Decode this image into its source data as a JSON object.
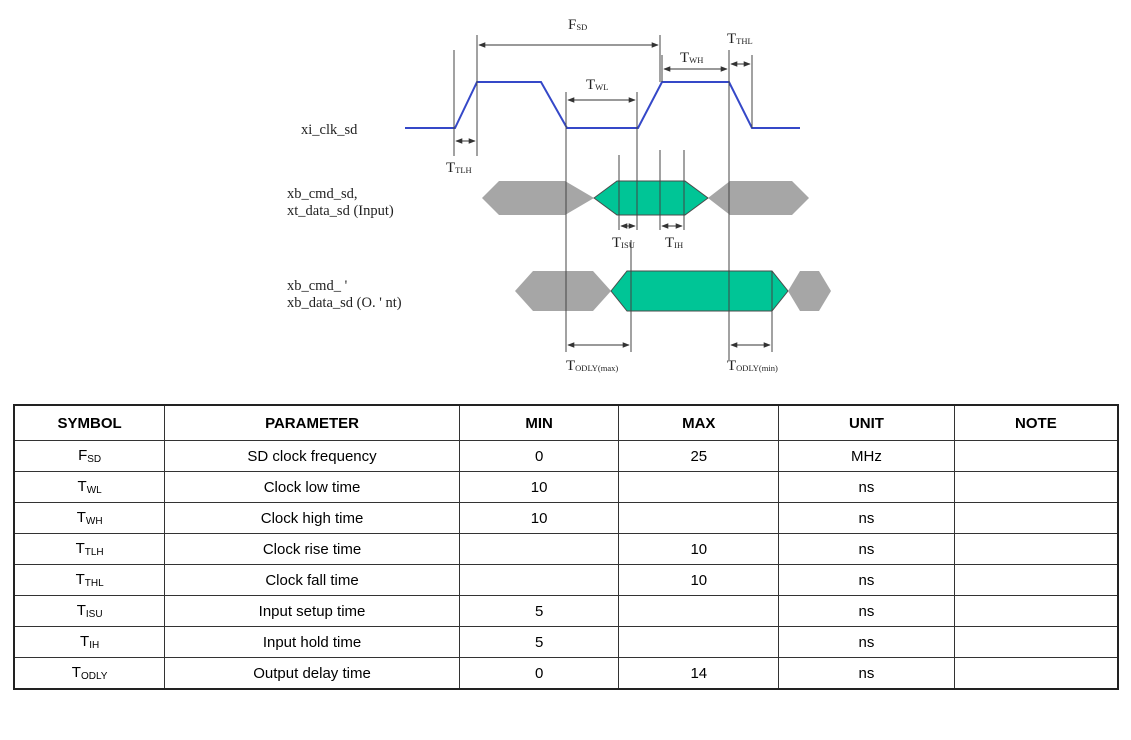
{
  "diagram": {
    "signals": [
      {
        "lines": [
          "xi_clk_sd"
        ]
      },
      {
        "lines": [
          "xb_cmd_sd,",
          "xt_data_sd (Input)"
        ]
      },
      {
        "lines": [
          "xb_cmd_ '",
          "xb_data_sd (O. ' nt)"
        ]
      }
    ],
    "timing_labels": [
      {
        "main": "F",
        "sub": "SD"
      },
      {
        "main": "T",
        "sub": "THL"
      },
      {
        "main": "T",
        "sub": "WH"
      },
      {
        "main": "T",
        "sub": "WL"
      },
      {
        "main": "T",
        "sub": "TLH"
      },
      {
        "main": "T",
        "sub": "ISU"
      },
      {
        "main": "T",
        "sub": "IH"
      },
      {
        "main": "T",
        "sub": "ODLY(max)"
      },
      {
        "main": "T",
        "sub": "ODLY(min)"
      }
    ],
    "colors": {
      "clock": "#3548c8",
      "valid": "#00c596",
      "invalid": "#a6a6a6",
      "line": "#444444"
    }
  },
  "table": {
    "headers": [
      "SYMBOL",
      "PARAMETER",
      "MIN",
      "MAX",
      "UNIT",
      "NOTE"
    ],
    "rows": [
      {
        "sym": "F",
        "sub": "SD",
        "param": "SD clock frequency",
        "min": "0",
        "max": "25",
        "unit": "MHz",
        "note": ""
      },
      {
        "sym": "T",
        "sub": "WL",
        "param": "Clock low time",
        "min": "10",
        "max": "",
        "unit": "ns",
        "note": ""
      },
      {
        "sym": "T",
        "sub": "WH",
        "param": "Clock high time",
        "min": "10",
        "max": "",
        "unit": "ns",
        "note": ""
      },
      {
        "sym": "T",
        "sub": "TLH",
        "param": "Clock rise time",
        "min": "",
        "max": "10",
        "unit": "ns",
        "note": ""
      },
      {
        "sym": "T",
        "sub": "THL",
        "param": "Clock fall time",
        "min": "",
        "max": "10",
        "unit": "ns",
        "note": ""
      },
      {
        "sym": "T",
        "sub": "ISU",
        "param": "Input setup time",
        "min": "5",
        "max": "",
        "unit": "ns",
        "note": ""
      },
      {
        "sym": "T",
        "sub": "IH",
        "param": "Input hold time",
        "min": "5",
        "max": "",
        "unit": "ns",
        "note": ""
      },
      {
        "sym": "T",
        "sub": "ODLY",
        "param": "Output delay time",
        "min": "0",
        "max": "14",
        "unit": "ns",
        "note": ""
      }
    ]
  }
}
